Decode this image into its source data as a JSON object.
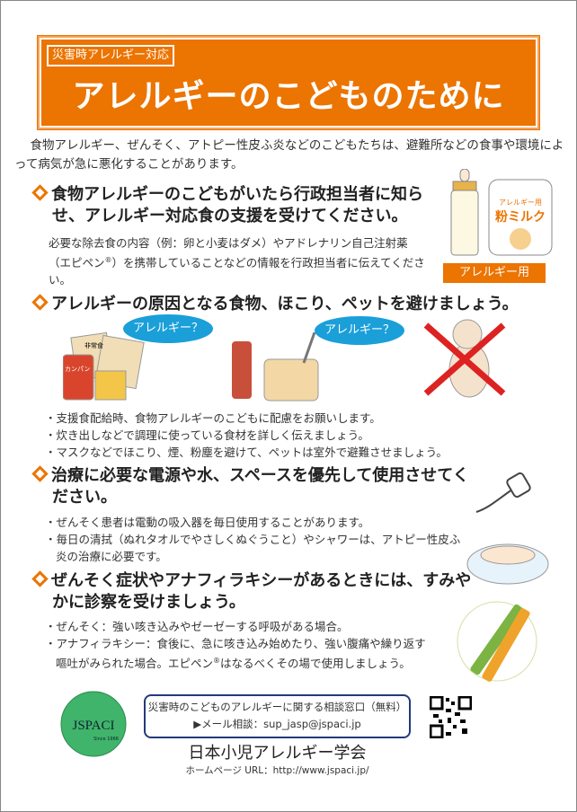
{
  "header": {
    "tag": "災害時アレルギー対応",
    "title": "アレルギーのこどものために"
  },
  "intro": "食物アレルギー、ぜんそく、アトピー性皮ふ炎などのこどもたちは、避難所などの食事や環境によって病気が急に悪化することがあります。",
  "section1": {
    "heading": "食物アレルギーのこどもがいたら行政担当者に知らせ、アレルギー対応食の支援を受けてください。",
    "body_a": "必要な除去食の内容（例：卵と小麦はダメ）やアドレナリン自己注射薬（エピペン",
    "body_sup": "®",
    "body_b": "）を携帯していることなどの情報を行政担当者に伝えてください。",
    "milk_can_small": "アレルギー用",
    "milk_can_big": "粉ミルク",
    "label": "アレルギー用"
  },
  "section2": {
    "heading": "アレルギーの原因となる食物、ほこり、ペットを避けましょう。",
    "bubble1": "アレルギー？",
    "bubble2": "アレルギー？",
    "bag_label": "非常食",
    "can_label": "カンパン",
    "bullets": [
      "支援食配給時、食物アレルギーのこどもに配慮をお願いします。",
      "炊き出しなどで調理に使っている食材を詳しく伝えましょう。",
      "マスクなどでほこり、煙、粉塵を避けて、ペットは室外で避難させましょう。"
    ]
  },
  "section3": {
    "heading": "治療に必要な電源や水、スペースを優先して使用させてください。",
    "bullets": [
      "ぜんそく患者は電動の吸入器を毎日使用することがあります。",
      "毎日の清拭（ぬれタオルでやさしくぬぐうこと）やシャワーは、アトピー性皮ふ炎の治療に必要です。"
    ]
  },
  "section4": {
    "heading": "ぜんそく症状やアナフィラキシーがあるときには、すみやかに診察を受けましょう。",
    "bullet1": "ぜんそく：強い咳き込みやゼーゼーする呼吸がある場合。",
    "bullet2_a": "アナフィラキシー：食後に、急に咳き込み始めたり、強い腹痛や繰り返す嘔吐がみられた場合。エピペン",
    "bullet2_sup": "®",
    "bullet2_b": "はなるべくその場で使用しましょう。"
  },
  "footer": {
    "logo": "JSPACI",
    "logo_since": "Since 1966",
    "consult_title": "災害時のこどものアレルギーに関する相談窓口（無料）",
    "consult_mail": "▶メール相談：sup_jasp@jspaci.jp",
    "org": "日本小児アレルギー学会",
    "url": "ホームページ URL：http://www.jspaci.jp/"
  },
  "colors": {
    "accent": "#ec7400",
    "bubble": "#1a9fd9",
    "navy": "#223a7a",
    "logo_green": "#3fb46a"
  }
}
